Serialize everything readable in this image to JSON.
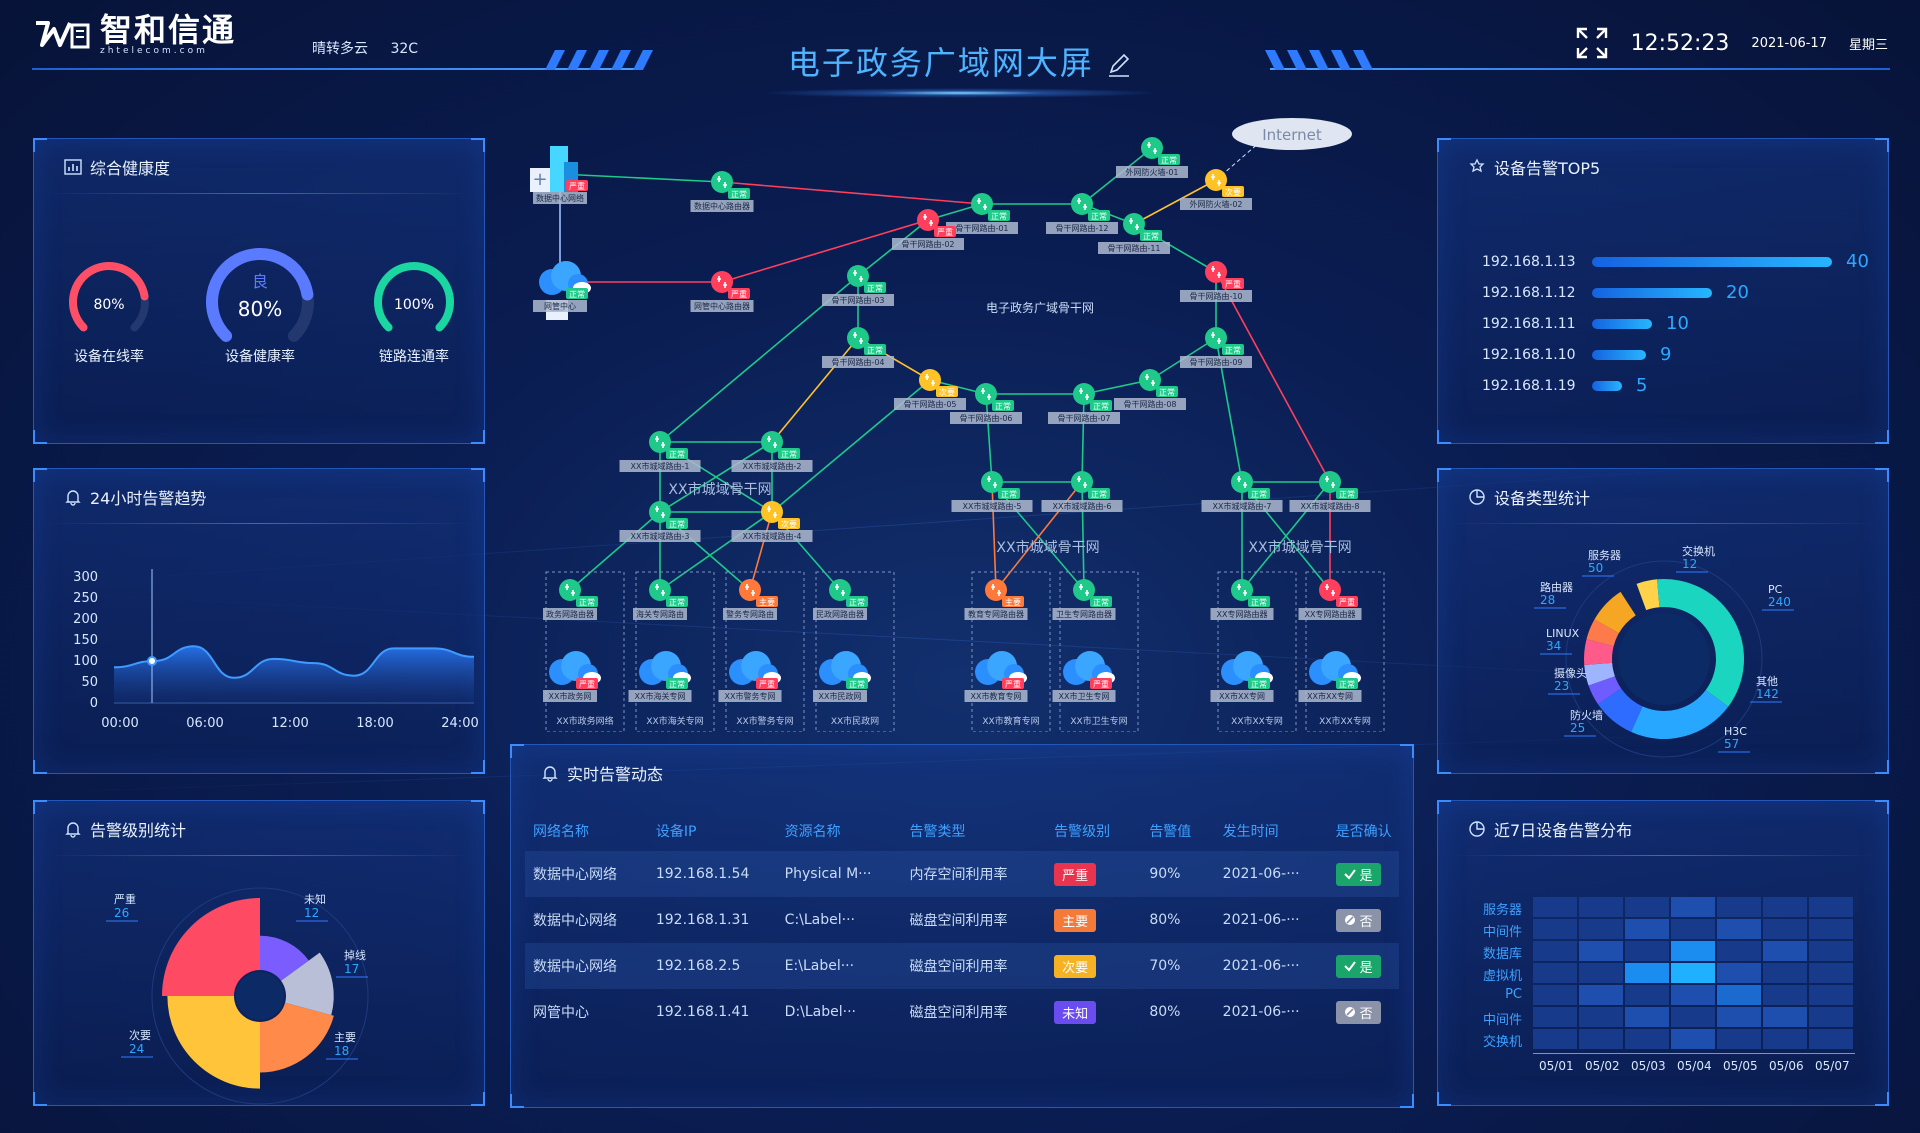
{
  "header": {
    "logo_text": "智和信通",
    "logo_sub": "zhtelecom.com",
    "weather": "晴转多云",
    "temperature": "32C",
    "title": "电子政务广域网大屏",
    "time": "12:52:23",
    "date": "2021-06-17",
    "weekday": "星期三"
  },
  "health": {
    "title": "综合健康度",
    "gauges": [
      {
        "label": "设备在线率",
        "value_text": "80%",
        "value": 0.8,
        "color": "#ff4f67"
      },
      {
        "label": "设备健康率",
        "value_text": "80%",
        "value": 0.8,
        "grade": "良",
        "color": "#5a7bff"
      },
      {
        "label": "链路连通率",
        "value_text": "100%",
        "value": 1.0,
        "color": "#1ad6a0"
      }
    ]
  },
  "trend": {
    "title": "24小时告警趋势",
    "chart_data": {
      "type": "area",
      "x": [
        "00:00",
        "06:00",
        "12:00",
        "18:00",
        "24:00"
      ],
      "y_ticks": [
        0,
        50,
        100,
        150,
        200,
        250,
        300
      ],
      "ylim": [
        0,
        300
      ],
      "series": [
        {
          "values": [
            85,
            100,
            135,
            60,
            105,
            95,
            65,
            130,
            130,
            110
          ]
        }
      ]
    }
  },
  "level_stats": {
    "title": "告警级别统计",
    "chart_data": {
      "type": "pie",
      "slices": [
        {
          "name": "严重",
          "value": 26,
          "color": "#ff4a64"
        },
        {
          "name": "未知",
          "value": 12,
          "color": "#7a5cff"
        },
        {
          "name": "掉线",
          "value": 17,
          "color": "#b8bfd6"
        },
        {
          "name": "主要",
          "value": 18,
          "color": "#ff8a4a"
        },
        {
          "name": "次要",
          "value": 24,
          "color": "#ffc43a"
        }
      ]
    }
  },
  "topology": {
    "internet_label": "Internet",
    "backbone_label": "电子政务广域骨干网",
    "sub_labels": [
      "XX市城域骨干网",
      "XX市城域骨干网",
      "XX市城域骨干网"
    ],
    "status_normal": "正常",
    "status_severe": "严重",
    "status_major": "主要",
    "status_minor": "次要",
    "nodes": [
      {
        "label": "数据中心网络",
        "status": "严重",
        "kind": "building"
      },
      {
        "label": "网管中心",
        "status": "正常",
        "kind": "cloud"
      },
      {
        "label": "数据中心路由器",
        "status": "正常",
        "kind": "router"
      },
      {
        "label": "网管中心路由器",
        "status": "严重",
        "kind": "router"
      },
      {
        "label": "骨干网路由-01",
        "status": "正常",
        "kind": "router"
      },
      {
        "label": "骨干网路由-02",
        "status": "严重",
        "kind": "router"
      },
      {
        "label": "骨干网路由-12",
        "status": "正常",
        "kind": "router"
      },
      {
        "label": "骨干网路由-11",
        "status": "正常",
        "kind": "router"
      },
      {
        "label": "骨干网路由-03",
        "status": "正常",
        "kind": "router"
      },
      {
        "label": "骨干网路由-04",
        "status": "正常",
        "kind": "router"
      },
      {
        "label": "骨干网路由-05",
        "status": "次要",
        "kind": "router"
      },
      {
        "label": "骨干网路由-06",
        "status": "正常",
        "kind": "router"
      },
      {
        "label": "骨干网路由-07",
        "status": "正常",
        "kind": "router"
      },
      {
        "label": "骨干网路由-08",
        "status": "正常",
        "kind": "router"
      },
      {
        "label": "骨干网路由-09",
        "status": "正常",
        "kind": "router"
      },
      {
        "label": "骨干网路由-10",
        "status": "严重",
        "kind": "router"
      },
      {
        "label": "外网防火墙-01",
        "status": "正常",
        "kind": "firewall"
      },
      {
        "label": "外网防火墙-02",
        "status": "次要",
        "kind": "firewall"
      },
      {
        "label": "XX市城域路由-1",
        "status": "正常",
        "kind": "router"
      },
      {
        "label": "XX市城域路由-2",
        "status": "正常",
        "kind": "router"
      },
      {
        "label": "XX市城域路由-3",
        "status": "正常",
        "kind": "router"
      },
      {
        "label": "XX市城域路由-4",
        "status": "次要",
        "kind": "router"
      },
      {
        "label": "XX市城域路由-5",
        "status": "正常",
        "kind": "router"
      },
      {
        "label": "XX市城域路由-6",
        "status": "正常",
        "kind": "router"
      },
      {
        "label": "XX市城域路由-7",
        "status": "正常",
        "kind": "router"
      },
      {
        "label": "XX市城域路由-8",
        "status": "正常",
        "kind": "router"
      },
      {
        "label": "政务网路由器",
        "status": "正常",
        "kind": "router"
      },
      {
        "label": "海关专网路由",
        "status": "正常",
        "kind": "router"
      },
      {
        "label": "警务专网路由",
        "status": "主要",
        "kind": "router"
      },
      {
        "label": "民政网路由器",
        "status": "正常",
        "kind": "router"
      },
      {
        "label": "教育专网路由器",
        "status": "主要",
        "kind": "router"
      },
      {
        "label": "卫生专网路由器",
        "status": "正常",
        "kind": "router"
      },
      {
        "label": "XX专网路由器",
        "status": "正常",
        "kind": "router"
      },
      {
        "label": "XX专网路由器",
        "status": "严重",
        "kind": "router"
      },
      {
        "label": "XX市政务网",
        "status": "严重",
        "kind": "cloud"
      },
      {
        "label": "XX市海关专网",
        "status": "正常",
        "kind": "cloud"
      },
      {
        "label": "XX市警务专网",
        "status": "严重",
        "kind": "cloud"
      },
      {
        "label": "XX市民政网",
        "status": "正常",
        "kind": "cloud"
      },
      {
        "label": "XX市教育专网",
        "status": "严重",
        "kind": "cloud"
      },
      {
        "label": "XX市卫生专网",
        "status": "严重",
        "kind": "cloud"
      },
      {
        "label": "XX市XX专网",
        "status": "正常",
        "kind": "cloud"
      },
      {
        "label": "XX市XX专网",
        "status": "正常",
        "kind": "cloud"
      }
    ],
    "group_labels": [
      "XX市政务网络",
      "XX市海关专网",
      "XX市警务专网",
      "XX市民政网",
      "XX市教育专网",
      "XX市卫生专网",
      "XX市XX专网",
      "XX市XX专网"
    ]
  },
  "realtime": {
    "title": "实时告警动态",
    "columns": [
      "网络名称",
      "设备IP",
      "资源名称",
      "告警类型",
      "告警级别",
      "告警值",
      "发生时间",
      "是否确认"
    ],
    "rows": [
      {
        "net": "数据中心网络",
        "ip": "192.168.1.54",
        "res": "Physical M···",
        "type": "内存空间利用率",
        "level": "严重",
        "level_color": "#e8344e",
        "value": "90%",
        "time": "2021-06-···",
        "confirm": "是",
        "confirmed": true
      },
      {
        "net": "数据中心网络",
        "ip": "192.168.1.31",
        "res": "C:\\Label···",
        "type": "磁盘空间利用率",
        "level": "主要",
        "level_color": "#f47a3a",
        "value": "80%",
        "time": "2021-06-···",
        "confirm": "否",
        "confirmed": false
      },
      {
        "net": "数据中心网络",
        "ip": "192.168.2.5",
        "res": "E:\\Label···",
        "type": "磁盘空间利用率",
        "level": "次要",
        "level_color": "#f5b324",
        "value": "70%",
        "time": "2021-06-···",
        "confirm": "是",
        "confirmed": true
      },
      {
        "net": "网管中心",
        "ip": "192.168.1.41",
        "res": "D:\\Label···",
        "type": "磁盘空间利用率",
        "level": "未知",
        "level_color": "#6b4cf0",
        "value": "80%",
        "time": "2021-06-···",
        "confirm": "否",
        "confirmed": false
      }
    ]
  },
  "top5": {
    "title": "设备告警TOP5",
    "chart_data": {
      "type": "bar",
      "categories": [
        "192.168.1.13",
        "192.168.1.12",
        "192.168.1.11",
        "192.168.1.10",
        "192.168.1.19"
      ],
      "values": [
        40,
        20,
        10,
        9,
        5
      ]
    }
  },
  "device_types": {
    "title": "设备类型统计",
    "chart_data": {
      "type": "pie",
      "slices": [
        {
          "name": "交换机",
          "value": 12,
          "color": "#ffd24a"
        },
        {
          "name": "PC",
          "value": 240,
          "color": "#1ad6c0"
        },
        {
          "name": "其他",
          "value": 142,
          "color": "#27a7ff"
        },
        {
          "name": "H3C",
          "value": 57,
          "color": "#2e6bff"
        },
        {
          "name": "防火墙",
          "value": 25,
          "color": "#6f5cff"
        },
        {
          "name": "摄像头",
          "value": 23,
          "color": "#9fb4ff"
        },
        {
          "name": "LINUX",
          "value": 34,
          "color": "#ff5a8a"
        },
        {
          "name": "路由器",
          "value": 28,
          "color": "#ff7a4a"
        },
        {
          "name": "服务器",
          "value": 50,
          "color": "#f5a623"
        }
      ]
    }
  },
  "heatmap": {
    "title": "近7日设备告警分布",
    "chart_data": {
      "type": "heatmap",
      "rows": [
        "服务器",
        "中间件",
        "数据库",
        "虚拟机",
        "PC",
        "中间件",
        "交换机"
      ],
      "cols": [
        "05/01",
        "05/02",
        "05/03",
        "05/04",
        "05/05",
        "05/06",
        "05/07"
      ],
      "values": [
        [
          1,
          1,
          1,
          2,
          1,
          1,
          1
        ],
        [
          1,
          1,
          2,
          1,
          2,
          1,
          1
        ],
        [
          1,
          2,
          1,
          4,
          1,
          2,
          1
        ],
        [
          1,
          1,
          4,
          5,
          2,
          1,
          1
        ],
        [
          1,
          2,
          1,
          2,
          3,
          1,
          1
        ],
        [
          1,
          1,
          2,
          1,
          2,
          2,
          1
        ],
        [
          1,
          1,
          1,
          2,
          1,
          1,
          1
        ]
      ]
    }
  }
}
